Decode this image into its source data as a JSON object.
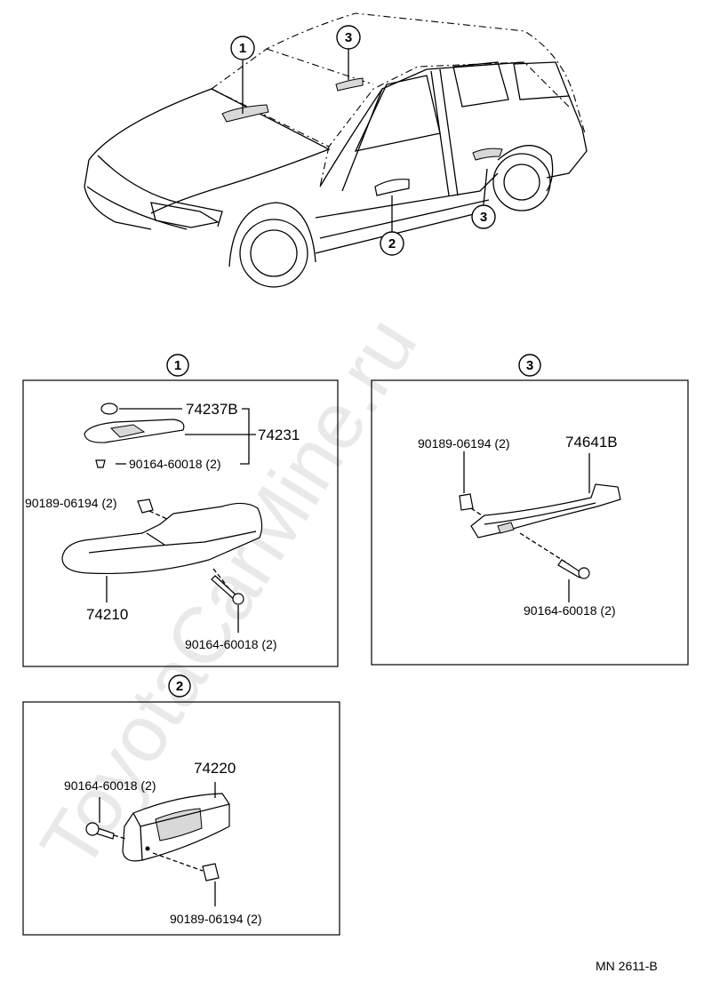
{
  "watermark": "ToyotaCarMine.ru",
  "overview": {
    "callouts": [
      "1",
      "3",
      "2",
      "3"
    ]
  },
  "section1": {
    "marker": "1",
    "parts": [
      "74237B",
      "74231",
      "90164-60018 (2)",
      "90189-06194 (2)",
      "74210",
      "90164-60018 (2)"
    ]
  },
  "section2": {
    "marker": "2",
    "parts": [
      "74220",
      "90164-60018 (2)",
      "90189-06194 (2)"
    ]
  },
  "section3": {
    "marker": "3",
    "parts": [
      "90189-06194 (2)",
      "74641B",
      "90164-60018 (2)"
    ]
  },
  "footer": {
    "code": "MN 2611-B"
  }
}
